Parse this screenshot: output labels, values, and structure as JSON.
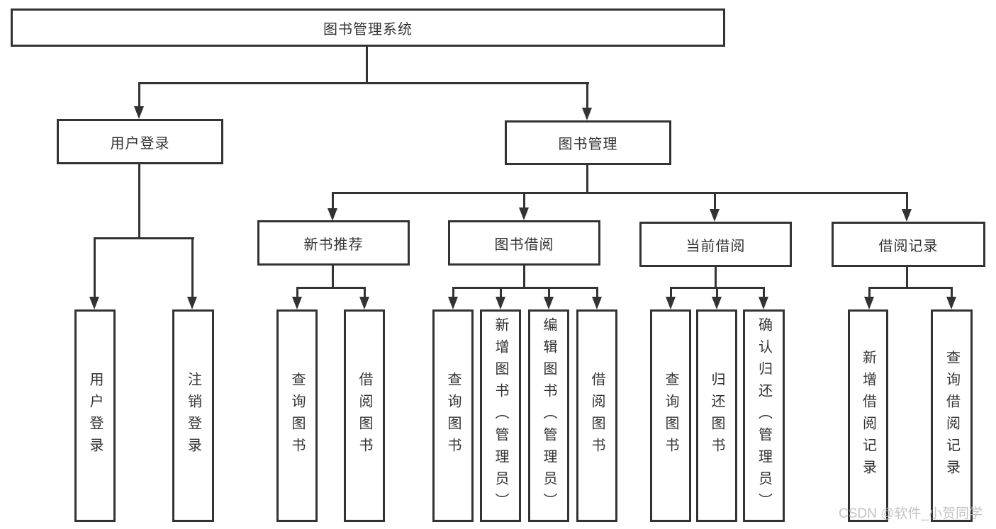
{
  "tree": {
    "label": "图书管理系统",
    "children": [
      {
        "label": "用户登录",
        "children": [
          {
            "label": "用户登录"
          },
          {
            "label": "注销登录"
          }
        ]
      },
      {
        "label": "图书管理",
        "children": [
          {
            "label": "新书推荐",
            "children": [
              {
                "label": "查询图书"
              },
              {
                "label": "借阅图书"
              }
            ]
          },
          {
            "label": "图书借阅",
            "children": [
              {
                "label": "查询图书"
              },
              {
                "label": "新增图书（管理员）"
              },
              {
                "label": "编辑图书（管理员）"
              },
              {
                "label": "借阅图书"
              }
            ]
          },
          {
            "label": "当前借阅",
            "children": [
              {
                "label": "查询图书"
              },
              {
                "label": "归还图书"
              },
              {
                "label": "确认归还（管理员）"
              }
            ]
          },
          {
            "label": "借阅记录",
            "children": [
              {
                "label": "新增借阅记录"
              },
              {
                "label": "查询借阅记录"
              }
            ]
          }
        ]
      }
    ]
  },
  "watermark": "CSDN @软件_小贺同学",
  "colors": {
    "line": "#333333",
    "text": "#333333",
    "background": "#ffffff",
    "watermark": "#b9b9b9"
  }
}
